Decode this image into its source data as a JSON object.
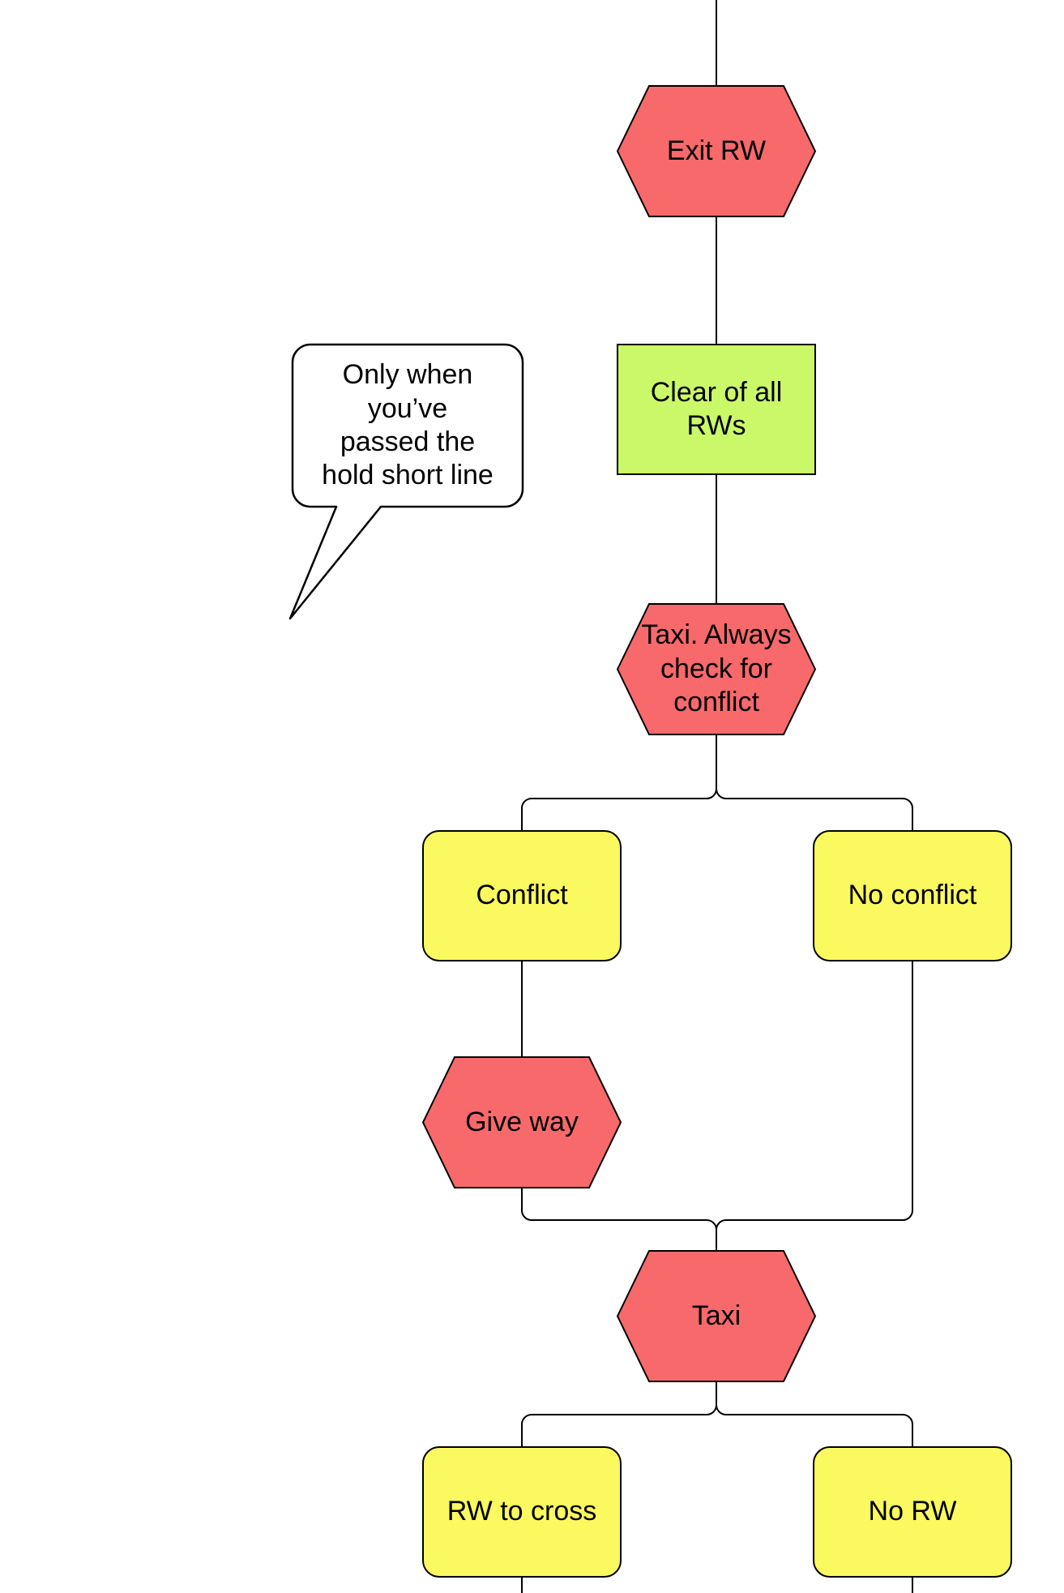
{
  "diagram": {
    "type": "flowchart",
    "colors": {
      "decision_fill": "#F7696B",
      "process_fill": "#CBF868",
      "outcome_fill": "#FAFA60",
      "callout_fill": "#FFFFFF",
      "stroke": "#000000",
      "background": "#FFFFFF"
    },
    "nodes": {
      "exit_rw": {
        "label": "Exit RW",
        "shape": "hexagon",
        "fill": "#F7696B"
      },
      "clear_of_all_rws": {
        "label": "Clear of all\nRWs",
        "shape": "rectangle",
        "fill": "#CBF868"
      },
      "taxi_check": {
        "label": "Taxi. Always\ncheck for\nconflict",
        "shape": "hexagon",
        "fill": "#F7696B"
      },
      "conflict": {
        "label": "Conflict",
        "shape": "rounded-rectangle",
        "fill": "#FAFA60"
      },
      "no_conflict": {
        "label": "No conflict",
        "shape": "rounded-rectangle",
        "fill": "#FAFA60"
      },
      "give_way": {
        "label": "Give way",
        "shape": "hexagon",
        "fill": "#F7696B"
      },
      "taxi": {
        "label": "Taxi",
        "shape": "hexagon",
        "fill": "#F7696B"
      },
      "rw_to_cross": {
        "label": "RW to cross",
        "shape": "rounded-rectangle",
        "fill": "#FAFA60"
      },
      "no_rw": {
        "label": "No RW",
        "shape": "rounded-rectangle",
        "fill": "#FAFA60"
      }
    },
    "callout": {
      "text": "Only when\nyou’ve\npassed the\nhold short line",
      "fill": "#FFFFFF",
      "attached_to": "clear_of_all_rws"
    },
    "edges": [
      {
        "from": "offscreen_top",
        "to": "exit_rw"
      },
      {
        "from": "exit_rw",
        "to": "clear_of_all_rws"
      },
      {
        "from": "clear_of_all_rws",
        "to": "taxi_check"
      },
      {
        "from": "taxi_check",
        "to": "conflict"
      },
      {
        "from": "taxi_check",
        "to": "no_conflict"
      },
      {
        "from": "conflict",
        "to": "give_way"
      },
      {
        "from": "give_way",
        "to": "taxi"
      },
      {
        "from": "no_conflict",
        "to": "taxi"
      },
      {
        "from": "taxi",
        "to": "rw_to_cross"
      },
      {
        "from": "taxi",
        "to": "no_rw"
      },
      {
        "from": "rw_to_cross",
        "to": "offscreen_bottom"
      },
      {
        "from": "no_rw",
        "to": "offscreen_bottom"
      }
    ]
  }
}
